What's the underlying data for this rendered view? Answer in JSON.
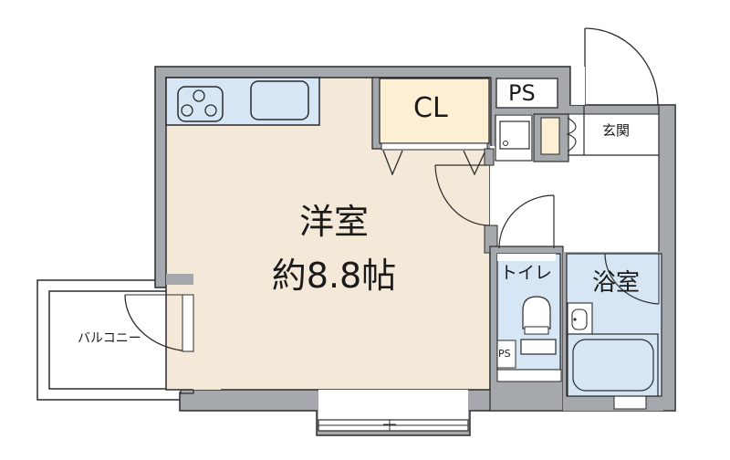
{
  "floor_plan": {
    "colors": {
      "wall": "#a5a8ad",
      "outline": "#2b2b2b",
      "western_room": "#f4e8d8",
      "kitchen_counter": "#d6e6f4",
      "closet": "#fcefd4",
      "wet_area": "#d6e6f4",
      "hall": "#ffffff",
      "background": "#ffffff"
    },
    "rooms": {
      "western_room": {
        "name": "洋室",
        "size": "約8.8帖"
      },
      "closet": {
        "name": "CL"
      },
      "pipe_space_top": {
        "name": "PS"
      },
      "pipe_space_toilet": {
        "name": "PS"
      },
      "entrance": {
        "name": "玄関"
      },
      "toilet": {
        "name": "トイレ"
      },
      "bathroom": {
        "name": "浴室"
      },
      "balcony": {
        "name": "バルコニー"
      }
    },
    "fixtures": [
      "stove-3-burner",
      "kitchen-sink",
      "washing-machine-pan",
      "shoe-cabinet",
      "toilet",
      "wash-basin",
      "bathtub",
      "sliding-window"
    ]
  }
}
